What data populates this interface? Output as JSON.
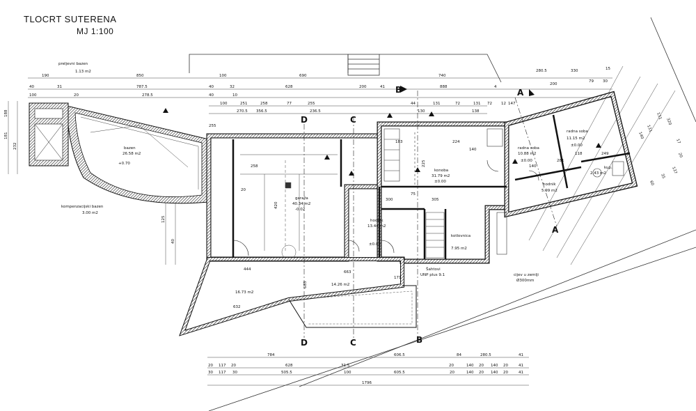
{
  "header": {
    "title": "TLOCRT SUTERENA",
    "scale": "MJ 1:100"
  },
  "rooms": [
    {
      "id": "bazen",
      "name": "bazen",
      "area": "26.58 m2",
      "level": "+0.70"
    },
    {
      "id": "prelj",
      "name": "preljevni bazen",
      "area": "1.13 m2"
    },
    {
      "id": "komp",
      "name": "kompenzacijski bazen",
      "area": "3.00 m2"
    },
    {
      "id": "garaza",
      "name": "garaža",
      "area": "40.34 m2",
      "level": "-0.02"
    },
    {
      "id": "hodnik1",
      "name": "hodnik",
      "area": "13.44 m2",
      "level": "±0.00"
    },
    {
      "id": "konoba",
      "name": "konoba",
      "area": "31.79 m2",
      "level": "±0.00"
    },
    {
      "id": "radna1",
      "name": "radna soba",
      "area": "10.88 m2",
      "level": "±0.00"
    },
    {
      "id": "radna2",
      "name": "radna soba",
      "area": "11.15 m2",
      "level": "±0.00"
    },
    {
      "id": "hodnik2",
      "name": "hodnik",
      "area": "5.99 m2"
    },
    {
      "id": "kupatilo",
      "name": "kup.",
      "area": "2.43 m2"
    },
    {
      "id": "kotlovnica",
      "name": "kotlovnica",
      "area": "7.95 m2"
    },
    {
      "id": "terasa1",
      "name": "",
      "area": "16.73 m2"
    },
    {
      "id": "terasa2",
      "name": "",
      "area": "14.26 m2"
    }
  ],
  "labels": {
    "unp": "UNP plus 9.1",
    "sinks": "Šahtovi",
    "pipe": "cijev u zemlji",
    "pipe2": "Ø300mm"
  },
  "sections": [
    "A",
    "B",
    "C",
    "D"
  ],
  "dims_top": {
    "row1": [
      "190",
      "850",
      "100",
      "690",
      "740",
      "280.5",
      "330",
      "15"
    ],
    "row2": [
      "40",
      "31",
      "787.5",
      "40",
      "32",
      "628",
      "200",
      "41",
      "888",
      "4",
      "200",
      "79",
      "30"
    ],
    "row3": [
      "100",
      "20",
      "278.5",
      "40",
      "10",
      "251",
      "100",
      "255",
      "77",
      "258",
      "44",
      "131",
      "72",
      "131",
      "72",
      "12"
    ],
    "row4": [
      "270.5",
      "356.5",
      "236.5",
      "130",
      "138",
      "147"
    ]
  },
  "dims_bottom": {
    "row1": [
      "784",
      "606.5",
      "84",
      "280.5",
      "41"
    ],
    "row2": [
      "20",
      "117",
      "20",
      "628",
      "31.5",
      "20",
      "140",
      "20",
      "140",
      "20",
      "41"
    ],
    "row3": [
      "30",
      "117",
      "30",
      "505.5",
      "100",
      "605.5",
      "20",
      "140",
      "20",
      "140",
      "20",
      "41"
    ],
    "total": "1796"
  },
  "dims_left": [
    "188",
    "181",
    "232",
    "125",
    "40"
  ],
  "dims_right": [
    "320",
    "131",
    "131",
    "140",
    "17",
    "20",
    "137",
    "35",
    "60"
  ],
  "dims_inner": [
    "258",
    "420",
    "444",
    "632",
    "663",
    "683",
    "225",
    "183",
    "224",
    "140",
    "305",
    "300",
    "20",
    "140",
    "118",
    "171",
    "75",
    "255",
    "281",
    "249"
  ]
}
